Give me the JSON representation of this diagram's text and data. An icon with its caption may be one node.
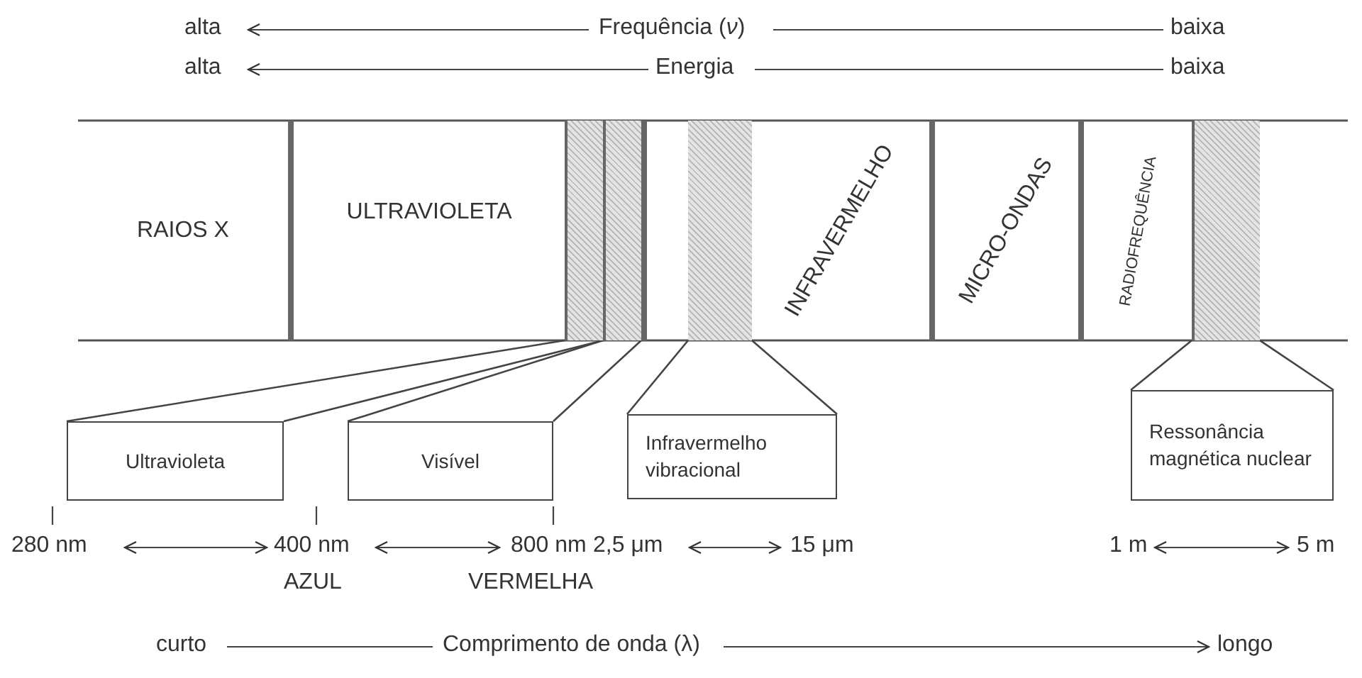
{
  "diagram": {
    "nodes": [
      {
        "text": [
          "RAIOS X"
        ]
      },
      {
        "text": [
          "ULTRAVIOLETA"
        ]
      },
      {
        "text": [],
        "shape": "bar"
      },
      {
        "text": [],
        "shape": "bar"
      },
      {
        "text": [],
        "shape": "bar"
      },
      {
        "text": [],
        "shape": "bar"
      },
      {
        "text": [
          "INFRAVERMELHO"
        ]
      },
      {
        "text": [
          "MICRO-ONDAS"
        ]
      },
      {
        "text": [
          "RADIOFREQUÊNCIA"
        ]
      },
      {
        "text": [],
        "shape": "bar"
      },
      {
        "text": [
          "Ultravioleta"
        ]
      },
      {
        "text": [
          "Visível"
        ]
      },
      {
        "text": [
          "Infravermelho vibracional"
        ]
      },
      {
        "text": [
          "Ressonância magnética nuclear"
        ]
      }
    ],
    "edges": [
      {
        "from": 2,
        "to": 10,
        "arrow": "none"
      },
      {
        "from": 2,
        "to": 10,
        "arrow": "none"
      },
      {
        "from": 3,
        "to": 11,
        "arrow": "none"
      },
      {
        "from": 3,
        "to": 11,
        "arrow": "none"
      },
      {
        "from": 5,
        "to": 12,
        "arrow": "none"
      },
      {
        "from": 5,
        "to": 12,
        "arrow": "none"
      },
      {
        "from": 9,
        "to": 13,
        "arrow": "none"
      },
      {
        "from": 9,
        "to": 13,
        "arrow": "none"
      }
    ],
    "labels": [
      "alta",
      "Frequência (*ν*)",
      "baixa",
      "alta",
      "Energia",
      "baixa",
      "280 nm",
      "400 nm",
      "800 nm",
      "AZUL",
      "VERMELHA",
      "2,5 μm",
      "15 μm",
      "1 m",
      "5 m",
      "curto",
      "Comprimento de onda (λ)",
      "longo"
    ]
  }
}
